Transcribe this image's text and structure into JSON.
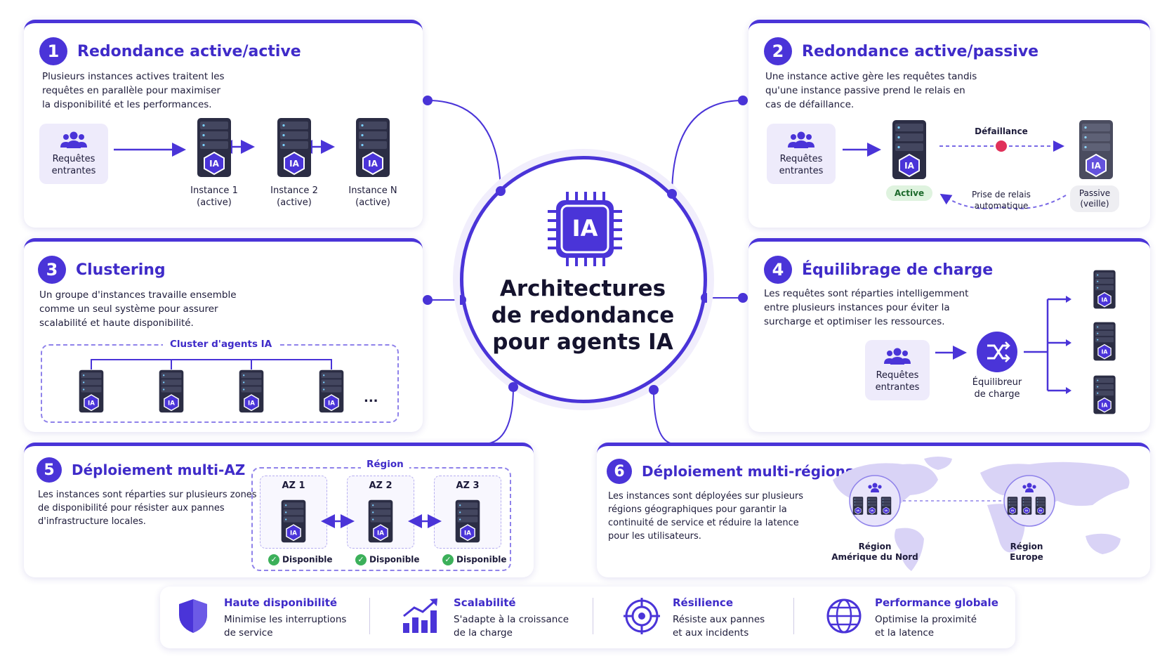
{
  "center": {
    "chip_label": "IA",
    "title_line1": "Architectures",
    "title_line2": "de redondance",
    "title_line3": "pour agents IA"
  },
  "server_label": "IA",
  "card1": {
    "number": "1",
    "title": "Redondance active/active",
    "desc": [
      "Plusieurs instances actives traitent les",
      "requêtes en parallèle pour maximiser",
      "la disponibilité et les performances."
    ],
    "requests": [
      "Requêtes",
      "entrantes"
    ],
    "instances": [
      {
        "name": "Instance 1",
        "state": "(active)"
      },
      {
        "name": "Instance 2",
        "state": "(active)"
      },
      {
        "name": "Instance N",
        "state": "(active)"
      }
    ]
  },
  "card2": {
    "number": "2",
    "title": "Redondance active/passive",
    "desc": [
      "Une instance active gère les requêtes tandis",
      "qu'une instance passive prend le relais en",
      "cas de défaillance."
    ],
    "requests": [
      "Requêtes",
      "entrantes"
    ],
    "failure": "Défaillance",
    "takeover": [
      "Prise de relais",
      "automatique"
    ],
    "active": "Active",
    "passive": [
      "Passive",
      "(veille)"
    ]
  },
  "card3": {
    "number": "3",
    "title": "Clustering",
    "desc": [
      "Un groupe d'instances travaille ensemble",
      "comme un seul système pour assurer",
      "scalabilité et haute disponibilité."
    ],
    "cluster_label": "Cluster d'agents IA",
    "more": "..."
  },
  "card4": {
    "number": "4",
    "title": "Équilibrage de charge",
    "desc": [
      "Les requêtes sont réparties intelligemment",
      "entre plusieurs instances pour éviter la",
      "surcharge et optimiser les ressources."
    ],
    "requests": [
      "Requêtes",
      "entrantes"
    ],
    "balancer": [
      "Équilibreur",
      "de charge"
    ]
  },
  "card5": {
    "number": "5",
    "title": "Déploiement multi-AZ",
    "desc": [
      "Les instances sont réparties sur plusieurs zones",
      "de disponibilité pour résister aux pannes",
      "d'infrastructure locales."
    ],
    "region": "Région",
    "zones": [
      "AZ 1",
      "AZ 2",
      "AZ 3"
    ],
    "available": "Disponible"
  },
  "card6": {
    "number": "6",
    "title": "Déploiement multi-régions",
    "desc": [
      "Les instances sont déployées sur plusieurs",
      "régions géographiques pour garantir la",
      "continuité de service et réduire la latence",
      "pour les utilisateurs."
    ],
    "region_na": [
      "Région",
      "Amérique du Nord"
    ],
    "region_eu": [
      "Région",
      "Europe"
    ]
  },
  "features": [
    {
      "title": "Haute disponibilité",
      "desc": [
        "Minimise les interruptions",
        "de service"
      ],
      "icon": "shield-icon"
    },
    {
      "title": "Scalabilité",
      "desc": [
        "S'adapte à la croissance",
        "de la charge"
      ],
      "icon": "growth-chart-icon"
    },
    {
      "title": "Résilience",
      "desc": [
        "Résiste aux pannes",
        "et aux incidents"
      ],
      "icon": "target-icon"
    },
    {
      "title": "Performance globale",
      "desc": [
        "Optimise la proximité",
        "et la latence"
      ],
      "icon": "globe-icon"
    }
  ],
  "colors": {
    "accent": "#4a34d8",
    "title": "#3f2bc9",
    "light": "#eeebfb",
    "ok": "#3cb05a",
    "fail": "#e0315a"
  }
}
